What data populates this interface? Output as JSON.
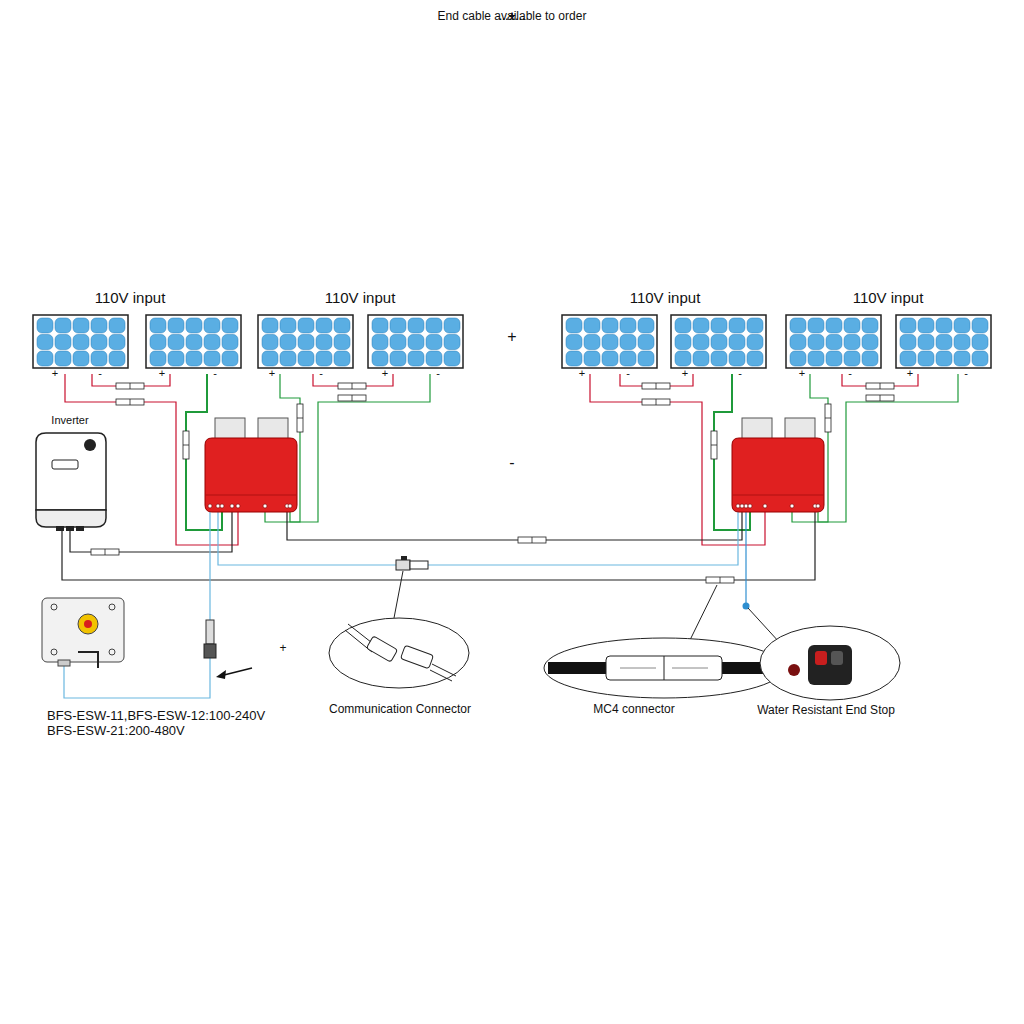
{
  "diagram": {
    "nodes": [
      {
        "text": [
          "Inverter"
        ]
      },
      {
        "text": [
          "BFS-ESW-11,BFS-ESW-12:100-240V BFS-ESW-21:200-480V"
        ]
      },
      {
        "text": [
          "Communication Connector"
        ]
      },
      {
        "text": [
          "MC4 connector"
        ]
      },
      {
        "text": [
          "Water Resistant End Stop"
        ]
      }
    ],
    "labels": [
      "110V input",
      "110V input",
      "110V input",
      "110V input",
      "+",
      "-",
      "+",
      "-",
      "+",
      "-",
      "+",
      "-",
      "+",
      "-",
      "+",
      "-",
      "+",
      "-",
      "+",
      "-",
      "+",
      "-",
      "+",
      "-",
      "+",
      "-",
      "+",
      "-",
      "+",
      "-",
      "+",
      "-",
      "........",
      "........",
      "End cable available to order"
    ]
  }
}
